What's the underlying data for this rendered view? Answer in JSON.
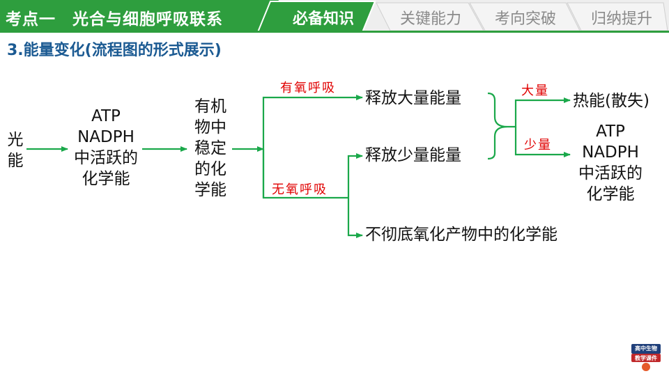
{
  "header": {
    "title": "考点一　光合与细胞呼吸联系",
    "tabs": [
      {
        "label": "必备知识",
        "active": true
      },
      {
        "label": "关键能力",
        "active": false
      },
      {
        "label": "考向突破",
        "active": false
      },
      {
        "label": "归纳提升",
        "active": false
      }
    ],
    "colors": {
      "bar": "#2e9e3e",
      "active_tab": "#2e9e3e",
      "inactive_tab": "#eeeeee"
    }
  },
  "heading": "3.能量变化(流程图的形式展示)",
  "diagram": {
    "nodes": {
      "light": "光能",
      "atp_nadph_1": [
        "ATP",
        "NADPH",
        "中活跃的",
        "化学能"
      ],
      "organic": [
        "有机",
        "物中",
        "稳定",
        "的化",
        "学能"
      ],
      "release_large": "释放大量能量",
      "release_small": "释放少量能量",
      "incomplete": "不彻底氧化产物中的化学能",
      "heat": "热能(散失)",
      "atp_nadph_2": [
        "ATP",
        "NADPH",
        "中活跃的",
        "化学能"
      ]
    },
    "labels": {
      "aerobic": "有氧呼吸",
      "anaerobic": "无氧呼吸",
      "large": "大量",
      "small": "少量"
    },
    "colors": {
      "arrow": "#1aa84a",
      "label": "#e00000"
    }
  },
  "logo": {
    "lines": [
      "高中生物",
      "教学课件"
    ]
  }
}
